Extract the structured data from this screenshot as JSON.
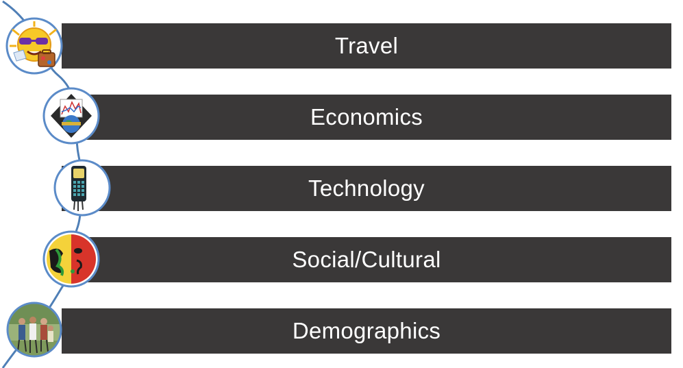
{
  "items": [
    {
      "label": "Travel",
      "icon": "travel-sunglasses-sun-icon"
    },
    {
      "label": "Economics",
      "icon": "economics-globe-chart-icon"
    },
    {
      "label": "Technology",
      "icon": "technology-handheld-device-icon"
    },
    {
      "label": "Social/Cultural",
      "icon": "social-cultural-mask-art-icon"
    },
    {
      "label": "Demographics",
      "icon": "demographics-people-photo-icon"
    }
  ],
  "colors": {
    "bar": "#3a3838",
    "label": "#ffffff",
    "connector": "#4f7fb6",
    "badge_ring": "#5b8bc8"
  }
}
